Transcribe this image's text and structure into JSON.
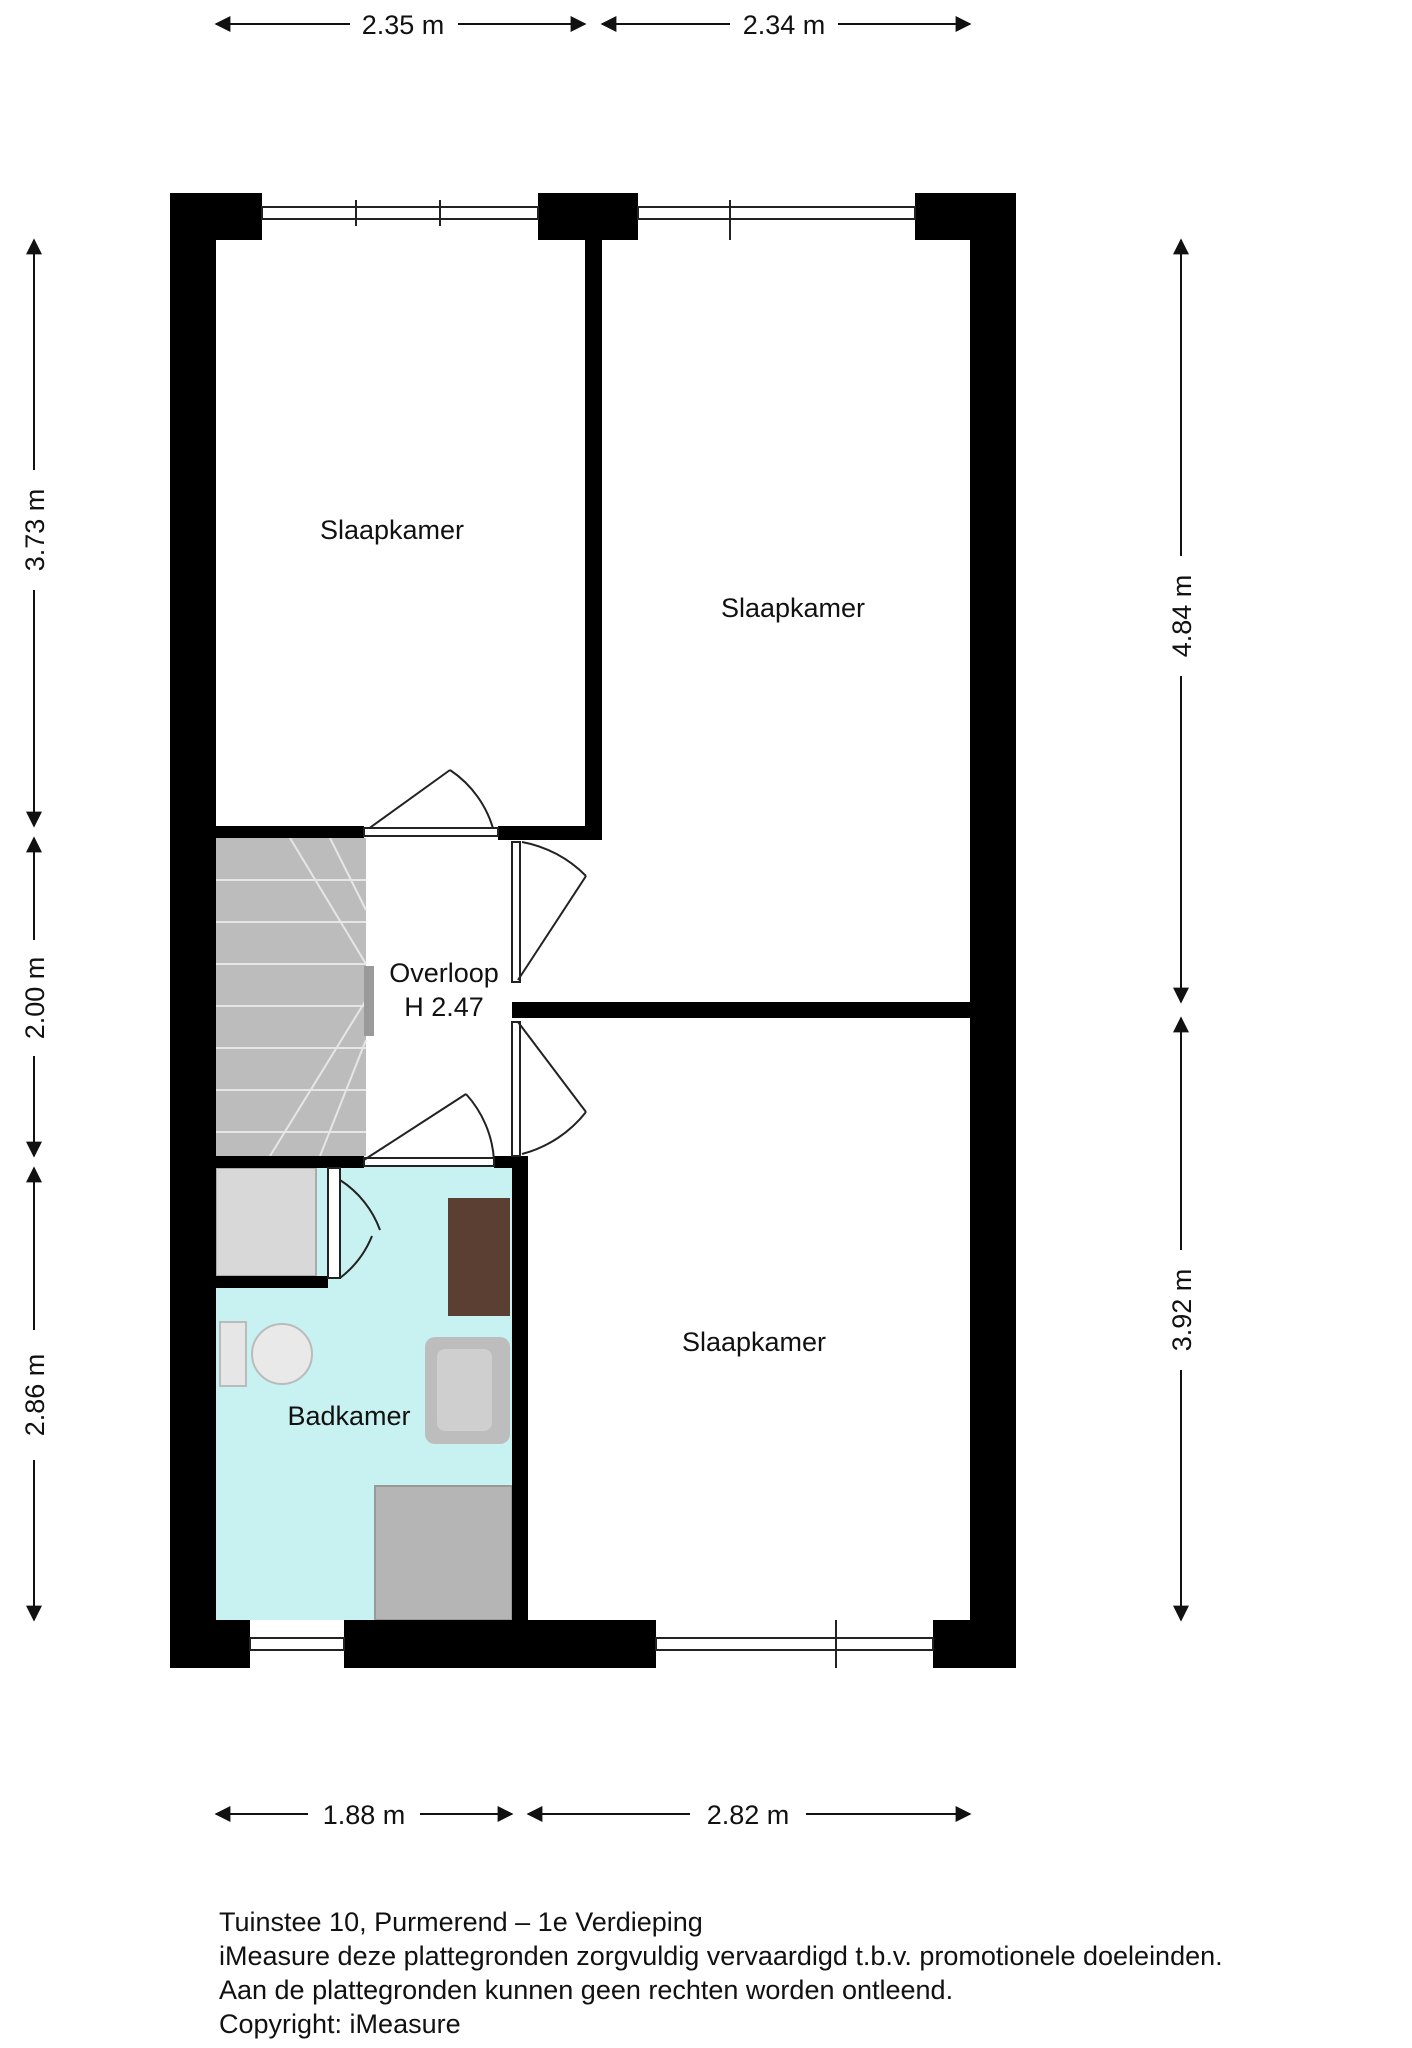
{
  "rooms": {
    "bedroom_top_left": "Slaapkamer",
    "bedroom_top_right": "Slaapkamer",
    "bedroom_bottom_right": "Slaapkamer",
    "landing": "Overloop",
    "landing_height": "H 2.47",
    "bathroom": "Badkamer"
  },
  "dimensions": {
    "top_left": "2.35 m",
    "top_right": "2.34 m",
    "bottom_left": "1.88 m",
    "bottom_right": "2.82 m",
    "left_top": "3.73 m",
    "left_middle": "2.00 m",
    "left_bottom": "2.86 m",
    "right_top": "4.84 m",
    "right_bottom": "3.92 m"
  },
  "footer": {
    "line1": "Tuinstee 10, Purmerend – 1e Verdieping",
    "line2": "iMeasure deze plattegronden zorgvuldig vervaardigd t.b.v. promotionele doeleinden.",
    "line3": "Aan de plattegronden kunnen geen rechten worden ontleend.",
    "line4": "Copyright: iMeasure"
  },
  "colors": {
    "wall": "#000000",
    "bathroom_fill": "#c8f1f1",
    "stair_fill": "#bdbdbd",
    "cabinet": "#5a3f32"
  }
}
